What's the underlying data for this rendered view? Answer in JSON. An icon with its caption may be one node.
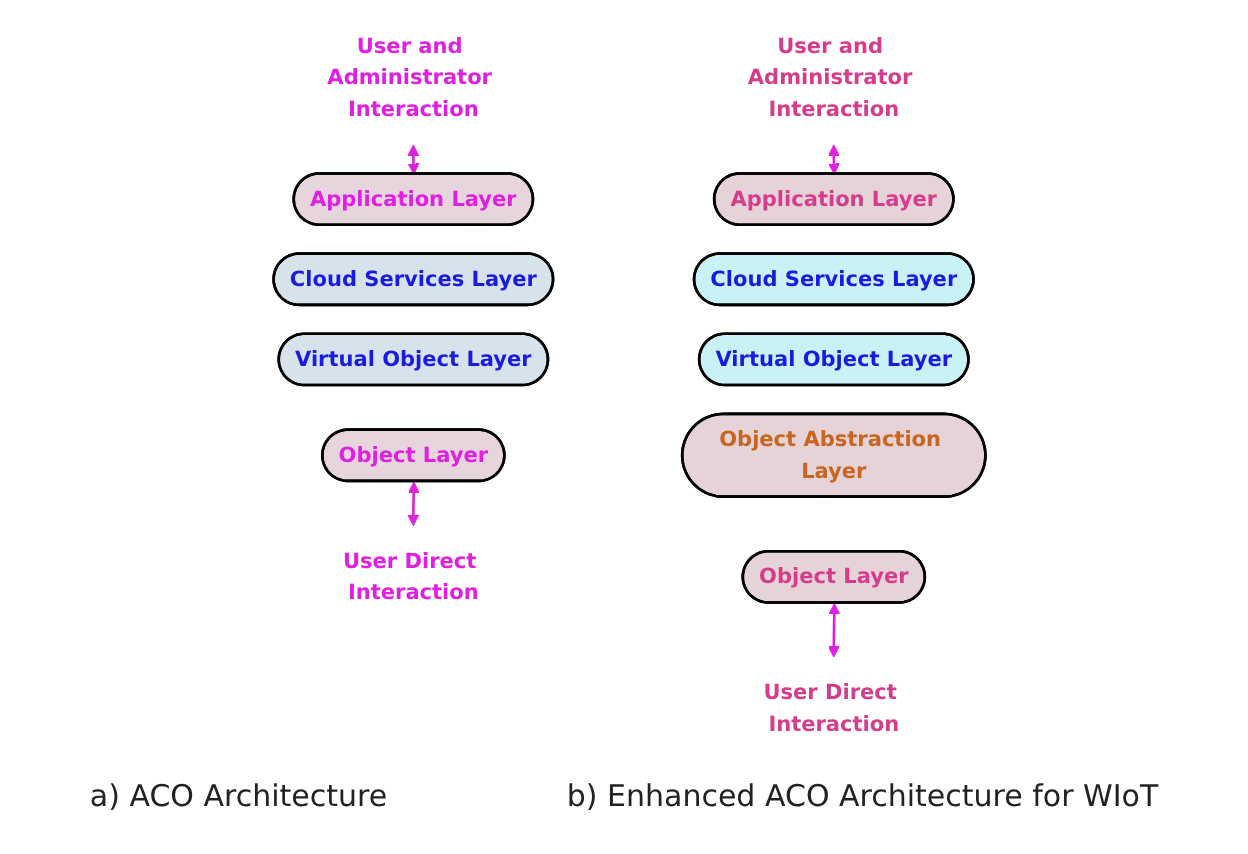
{
  "diagram": {
    "nodes": [
      {
        "text": [
          "User and Administrator Interaction"
        ]
      },
      {
        "text": [
          "Application Layer"
        ]
      },
      {
        "text": [
          "Cloud Services Layer"
        ]
      },
      {
        "text": [
          "Virtual Object Layer"
        ]
      },
      {
        "text": [
          "Object Layer"
        ]
      },
      {
        "text": [
          "User Direct Interaction"
        ]
      },
      {
        "text": [
          "User and Administrator Interaction"
        ]
      },
      {
        "text": [
          "Application Layer"
        ]
      },
      {
        "text": [
          "Cloud Services Layer"
        ]
      },
      {
        "text": [
          "Virtual Object Layer"
        ]
      },
      {
        "text": [
          "Object Abstraction Layer"
        ]
      },
      {
        "text": [
          "Object Layer"
        ]
      },
      {
        "text": [
          "User Direct Interaction"
        ]
      }
    ],
    "edges": [
      {
        "from": 0,
        "to": 1,
        "arrow": "both"
      },
      {
        "from": 4,
        "to": 5,
        "arrow": "both"
      },
      {
        "from": 6,
        "to": 7,
        "arrow": "both"
      },
      {
        "from": 11,
        "to": 12,
        "arrow": "both"
      }
    ],
    "labels": [
      "a) ACO Architecture",
      "b) Enhanced ACO Architecture for WIoT"
    ]
  }
}
